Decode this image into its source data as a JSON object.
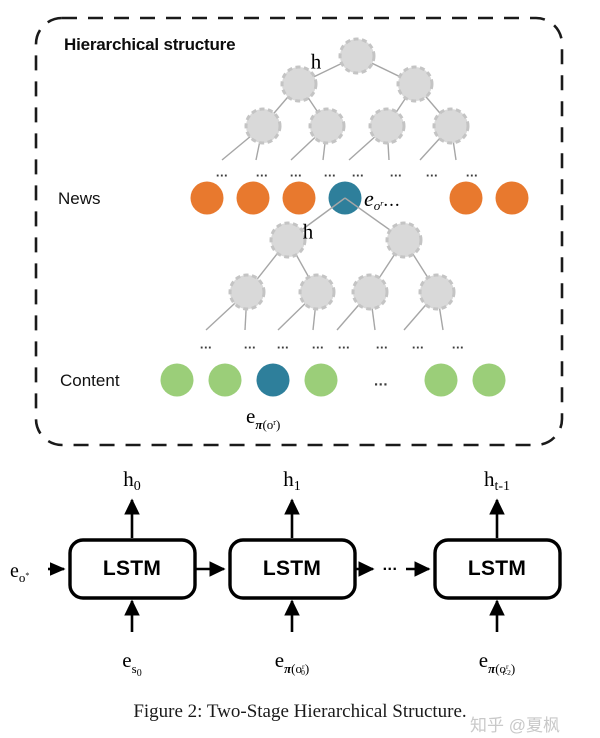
{
  "figure": {
    "caption": "Figure 2: Two-Stage Hierarchical Structure.",
    "watermark": "知乎 @夏枫"
  },
  "panel": {
    "title": "Hierarchical structure",
    "border_style": "dashed",
    "border_color": "#1a1a1a"
  },
  "colors": {
    "orange": "#E8792E",
    "green": "#9BCE79",
    "teal": "#2E7F9B",
    "node_gray": "#D9D9D9",
    "node_gray_border": "#BFBFBF",
    "edge_gray": "#A6A6A6",
    "black": "#000000"
  },
  "rows": {
    "news": {
      "label": "News",
      "node_count": 7,
      "nodes": [
        {
          "color": "orange"
        },
        {
          "color": "orange"
        },
        {
          "color": "orange"
        },
        {
          "color": "teal",
          "selected": true
        },
        {
          "color": "orange"
        },
        {
          "color": "orange"
        }
      ],
      "selected_index": 3,
      "selected_label_base": "e",
      "selected_label_sub": "o",
      "selected_label_sup": "r",
      "selected_label_trail": "...",
      "ellipsis": "..."
    },
    "content": {
      "label": "Content",
      "node_count": 6,
      "nodes": [
        {
          "color": "green"
        },
        {
          "color": "green"
        },
        {
          "color": "teal",
          "selected": true
        },
        {
          "color": "green"
        },
        {
          "color": "green"
        },
        {
          "color": "green"
        }
      ],
      "selected_index": 2,
      "selected_label_base": "e",
      "selected_label_sub_pi": "π",
      "selected_label_sub_open": "(o",
      "selected_label_sub_sup": "r",
      "selected_label_sub_close": ")",
      "ellipsis": "..."
    }
  },
  "trees": [
    {
      "name": "news-tree",
      "h_label": "h",
      "levels": 3,
      "leaf_ellipsis": [
        "...",
        "...",
        "...",
        "...",
        "...",
        "...",
        "...",
        "..."
      ]
    },
    {
      "name": "content-tree",
      "h_label": "h",
      "levels": 3,
      "leaf_ellipsis": [
        "...",
        "...",
        "...",
        "...",
        "...",
        "...",
        "...",
        "..."
      ]
    }
  ],
  "lstm": {
    "cells": [
      {
        "label": "LSTM",
        "output_base": "h",
        "output_sub": "0",
        "input_base": "e",
        "input_sub": "s",
        "input_sub_sub": "0"
      },
      {
        "label": "LSTM",
        "output_base": "h",
        "output_sub": "1",
        "input_base": "e",
        "input_sub_pi": "π",
        "input_sub_open": "(o",
        "input_sub_idx": "0",
        "input_sub_sup": "r",
        "input_sub_close": ")"
      },
      {
        "label": "LSTM",
        "output_base": "h",
        "output_sub": "t-1",
        "input_base": "e",
        "input_sub_pi": "π",
        "input_sub_open": "(o",
        "input_sub_idx": "t-2",
        "input_sub_sup": "r",
        "input_sub_close": ")"
      }
    ],
    "initial_input": {
      "base": "e",
      "sub": "o",
      "sup": "*"
    },
    "chain_ellipsis": "..."
  }
}
